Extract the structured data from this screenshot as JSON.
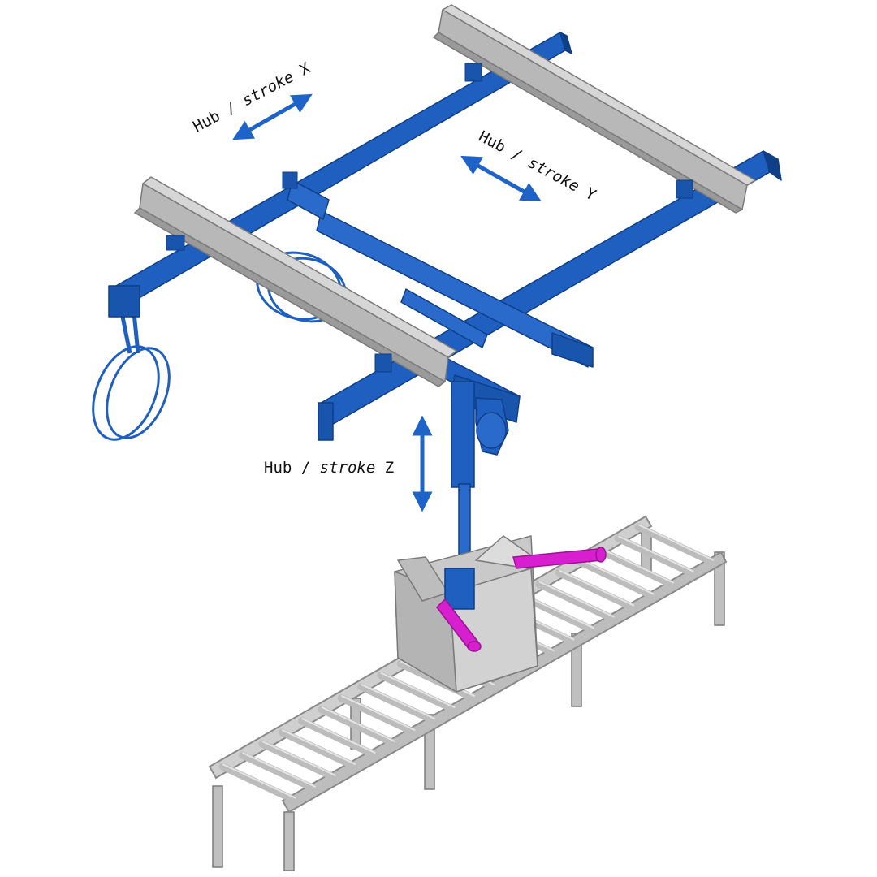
{
  "labels": {
    "x": {
      "main": "Hub",
      "sep": " / ",
      "alt": "stroke",
      "axis": " X"
    },
    "y": {
      "main": "Hub",
      "sep": " / ",
      "alt": "stroke",
      "axis": " Y"
    },
    "z": {
      "main": "Hub",
      "sep": " / ",
      "alt": "stroke",
      "axis": " Z"
    }
  },
  "colors": {
    "rail_blue": "#1e5fbf",
    "rail_blue_dark": "#0f3f86",
    "rail_blue_light": "#3f7fdc",
    "beam_gray": "#b4b4b4",
    "beam_gray_dark": "#8c8c8c",
    "beam_gray_light": "#d6d6d6",
    "magenta": "#d81fcf",
    "arrow_blue": "#1e64c8",
    "conveyor_gray": "#c6c6c6",
    "conveyor_gray_dark": "#9a9a9a"
  },
  "icons": {
    "x_arrow": "double-arrow-icon",
    "y_arrow": "double-arrow-icon",
    "z_arrow": "double-arrow-icon"
  }
}
